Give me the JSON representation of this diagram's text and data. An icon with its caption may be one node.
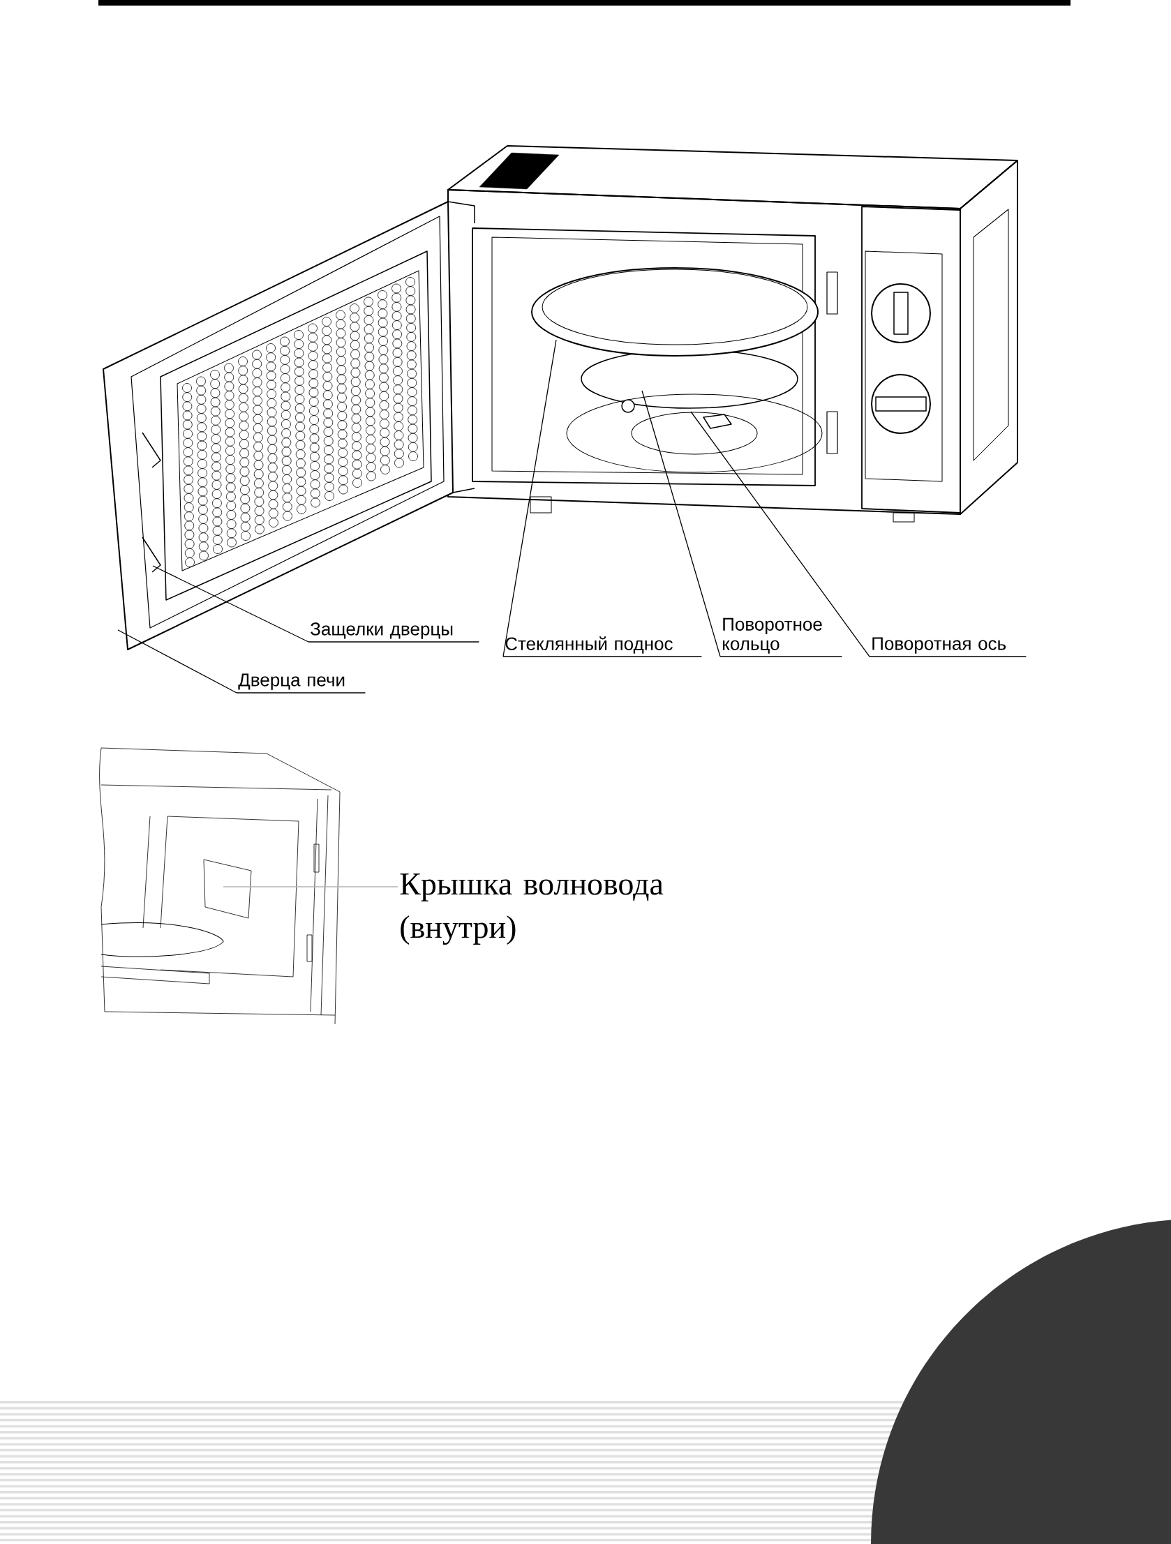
{
  "diagram": {
    "nodes": [
      {
        "text": [
          "Защелки дверцы"
        ]
      },
      {
        "text": [
          "Дверца печи"
        ]
      },
      {
        "text": [
          "Стеклянный поднос"
        ]
      },
      {
        "text": [
          "Поворотное кольцо"
        ]
      },
      {
        "text": [
          "Поворотная ось"
        ]
      },
      {
        "text": [
          "Крышка волновода (внутри)"
        ]
      }
    ],
    "edges": [
      {
        "from": 0,
        "to": null,
        "arrow": "none"
      },
      {
        "from": 1,
        "to": null,
        "arrow": "none"
      },
      {
        "from": 2,
        "to": null,
        "arrow": "none"
      },
      {
        "from": 3,
        "to": null,
        "arrow": "none"
      },
      {
        "from": 4,
        "to": null,
        "arrow": "none"
      },
      {
        "from": 5,
        "to": null,
        "arrow": "none",
        "color": "#b4b4b4"
      }
    ]
  }
}
